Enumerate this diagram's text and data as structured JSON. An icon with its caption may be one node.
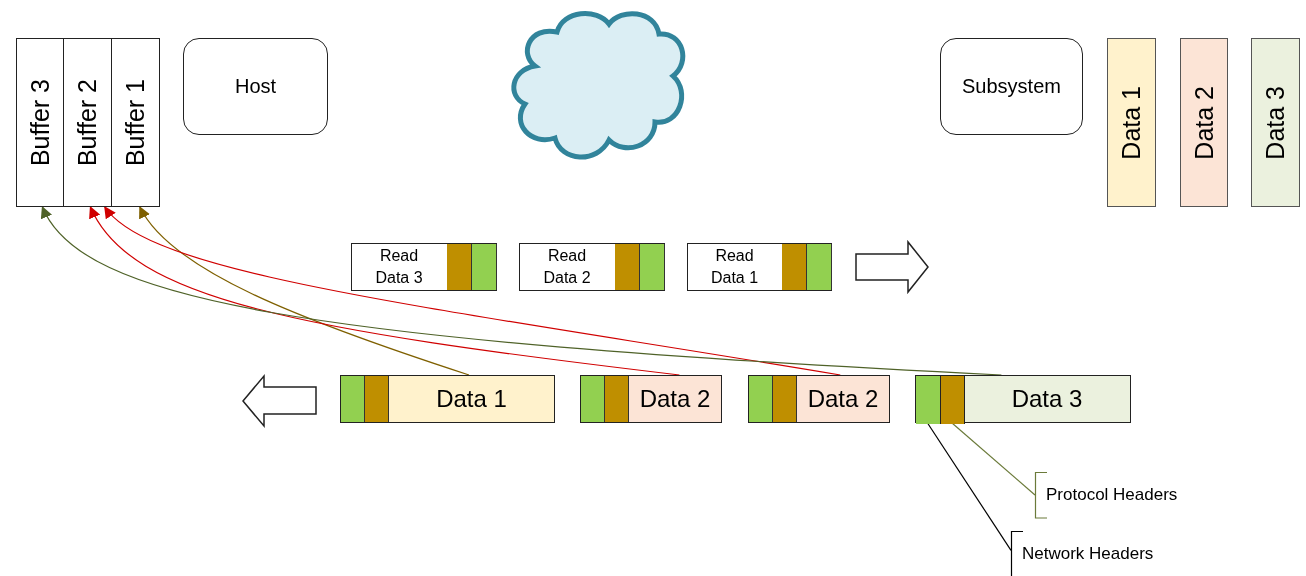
{
  "diagram": {
    "nodes": [
      {
        "text": [
          "Buffer 3"
        ]
      },
      {
        "text": [
          "Buffer 2"
        ]
      },
      {
        "text": [
          "Buffer 1"
        ]
      },
      {
        "text": [
          "Host"
        ]
      },
      {
        "text": [],
        "shape": "cloud"
      },
      {
        "text": [
          "Subsystem"
        ]
      },
      {
        "text": [
          "Data 1"
        ]
      },
      {
        "text": [
          "Data 2"
        ]
      },
      {
        "text": [
          "Data 3"
        ]
      },
      {
        "text": [
          "Read Data 3"
        ]
      },
      {
        "text": [
          "Read Data 2"
        ]
      },
      {
        "text": [
          "Read Data 1"
        ]
      },
      {
        "text": [
          "Data 1"
        ]
      },
      {
        "text": [
          "Data 2"
        ]
      },
      {
        "text": [
          "Data 2"
        ]
      },
      {
        "text": [
          "Data 3"
        ]
      },
      {
        "text": [],
        "shape": "box",
        "in": 15
      },
      {
        "text": [],
        "shape": "box",
        "in": 15
      },
      {
        "text": [
          "Protocol Headers"
        ]
      },
      {
        "text": [
          "Network Headers"
        ]
      }
    ],
    "edges": [
      {
        "from": 12,
        "to": 2,
        "arrow": "to",
        "color": "#7f6000"
      },
      {
        "from": 13,
        "to": 1,
        "arrow": "to"
      },
      {
        "from": 14,
        "to": 1,
        "arrow": "to"
      },
      {
        "from": 15,
        "to": 0,
        "arrow": "to",
        "color": "#4f6228"
      },
      {
        "from": 18,
        "to": 17,
        "arrow": "none",
        "color": "#6b7a3a"
      },
      {
        "from": 19,
        "to": 16,
        "arrow": "none",
        "color": "#000000"
      }
    ]
  }
}
